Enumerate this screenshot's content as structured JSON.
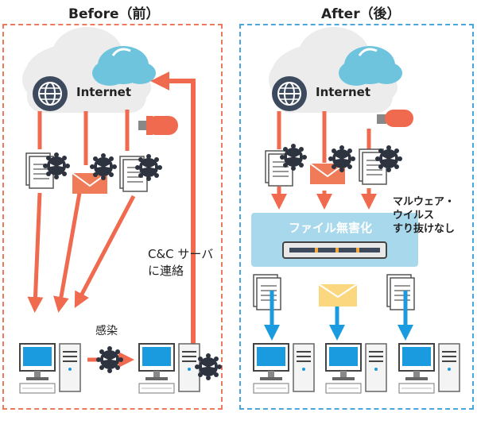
{
  "colors": {
    "before_border": "#ee7a5e",
    "after_border": "#4aa6dd",
    "red_arrow": "#ef6a4e",
    "blue_arrow": "#1a9be0",
    "cloud_gray": "#ececec",
    "cloud_blue": "#6ec4dc",
    "filter_band": "#a8d8ec",
    "virus": "#2d3440",
    "email": "#ef7b58",
    "email_safe": "#fbd880",
    "globe": "#3d4a5e"
  },
  "before": {
    "heading": "Before（前）",
    "internet_label": "Internet",
    "cnc_label_1": "C&C サーバ",
    "cnc_label_2": "に連絡",
    "infection_label": "感染"
  },
  "after": {
    "heading": "After（後）",
    "internet_label": "Internet",
    "filter_label": "ファイル無害化",
    "note_lines": [
      "マルウェア・",
      "ウイルス",
      "すり抜けなし"
    ]
  },
  "icons": [
    "globe-icon",
    "cloud-icon",
    "usb-drive-icon",
    "document-icon",
    "email-icon",
    "virus-icon",
    "desktop-pc-icon",
    "server-appliance-icon"
  ]
}
